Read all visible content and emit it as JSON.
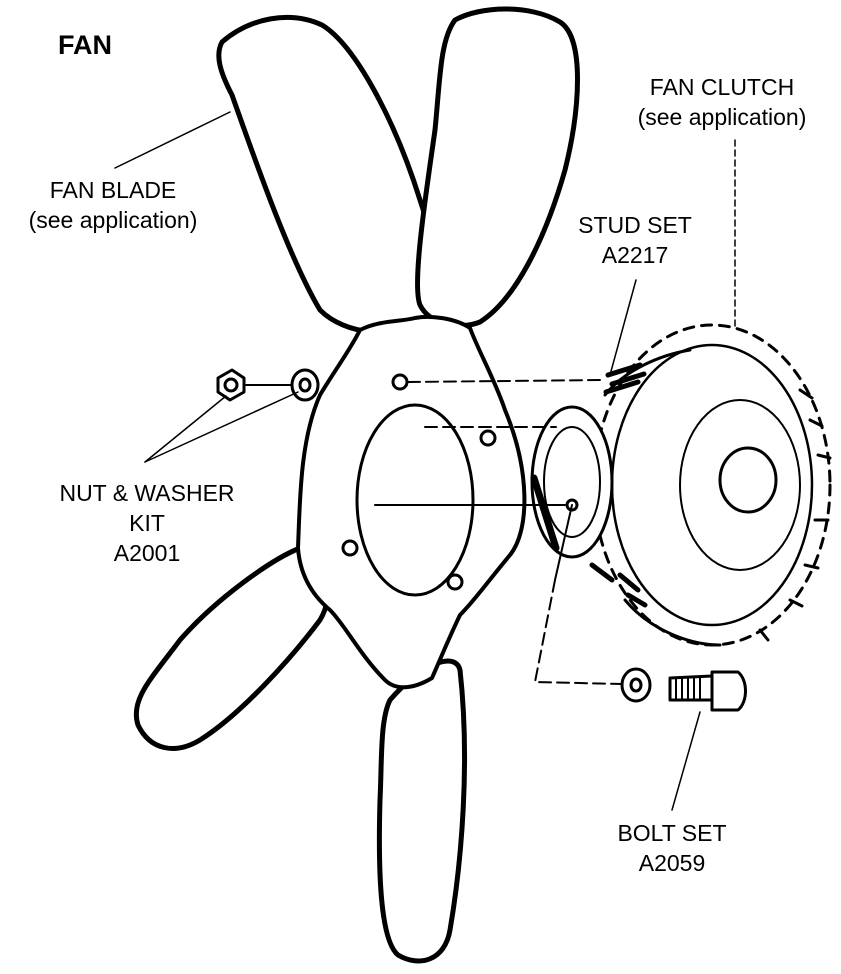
{
  "title": "FAN",
  "labels": {
    "fan_clutch": {
      "line1": "FAN CLUTCH",
      "line2": "(see application)"
    },
    "fan_blade": {
      "line1": "FAN BLADE",
      "line2": "(see application)"
    },
    "stud_set": {
      "line1": "STUD SET",
      "line2": "A2217"
    },
    "nut_washer": {
      "line1": "NUT & WASHER",
      "line2": "KIT",
      "line3": "A2001"
    },
    "bolt_set": {
      "line1": "BOLT SET",
      "line2": "A2059"
    }
  },
  "colors": {
    "ink": "#000000",
    "paper": "#ffffff"
  }
}
